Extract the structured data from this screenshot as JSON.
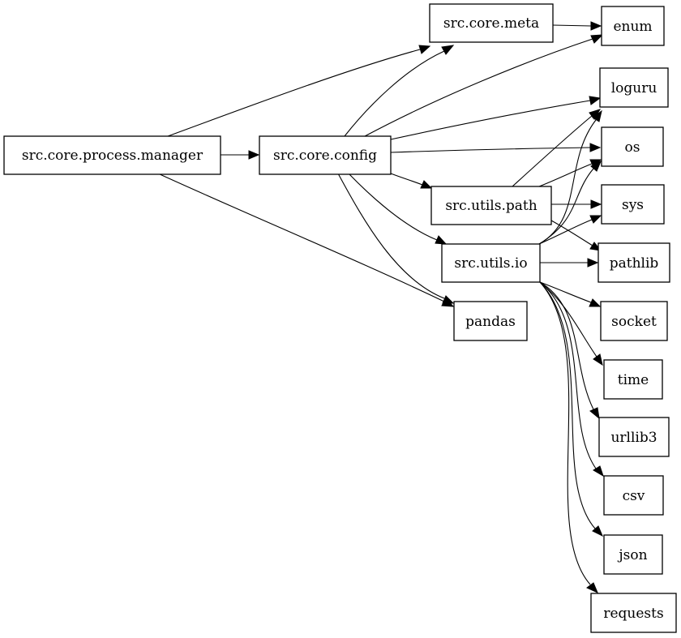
{
  "nodes": {
    "manager": "src.core.process.manager",
    "config": "src.core.config",
    "meta": "src.core.meta",
    "path": "src.utils.path",
    "io": "src.utils.io",
    "pandas": "pandas",
    "enum": "enum",
    "loguru": "loguru",
    "os": "os",
    "sys": "sys",
    "pathlib": "pathlib",
    "socket": "socket",
    "time": "time",
    "urllib3": "urllib3",
    "csv": "csv",
    "json": "json",
    "requests": "requests"
  },
  "edges": [
    {
      "from": "manager",
      "to": "config"
    },
    {
      "from": "manager",
      "to": "meta"
    },
    {
      "from": "manager",
      "to": "pandas"
    },
    {
      "from": "config",
      "to": "meta"
    },
    {
      "from": "config",
      "to": "enum"
    },
    {
      "from": "config",
      "to": "loguru"
    },
    {
      "from": "config",
      "to": "os"
    },
    {
      "from": "config",
      "to": "path"
    },
    {
      "from": "config",
      "to": "io"
    },
    {
      "from": "config",
      "to": "pandas"
    },
    {
      "from": "meta",
      "to": "enum"
    },
    {
      "from": "path",
      "to": "loguru"
    },
    {
      "from": "path",
      "to": "os"
    },
    {
      "from": "path",
      "to": "sys"
    },
    {
      "from": "path",
      "to": "pathlib"
    },
    {
      "from": "io",
      "to": "loguru"
    },
    {
      "from": "io",
      "to": "os"
    },
    {
      "from": "io",
      "to": "sys"
    },
    {
      "from": "io",
      "to": "pathlib"
    },
    {
      "from": "io",
      "to": "socket"
    },
    {
      "from": "io",
      "to": "time"
    },
    {
      "from": "io",
      "to": "urllib3"
    },
    {
      "from": "io",
      "to": "csv"
    },
    {
      "from": "io",
      "to": "json"
    },
    {
      "from": "io",
      "to": "requests"
    }
  ]
}
